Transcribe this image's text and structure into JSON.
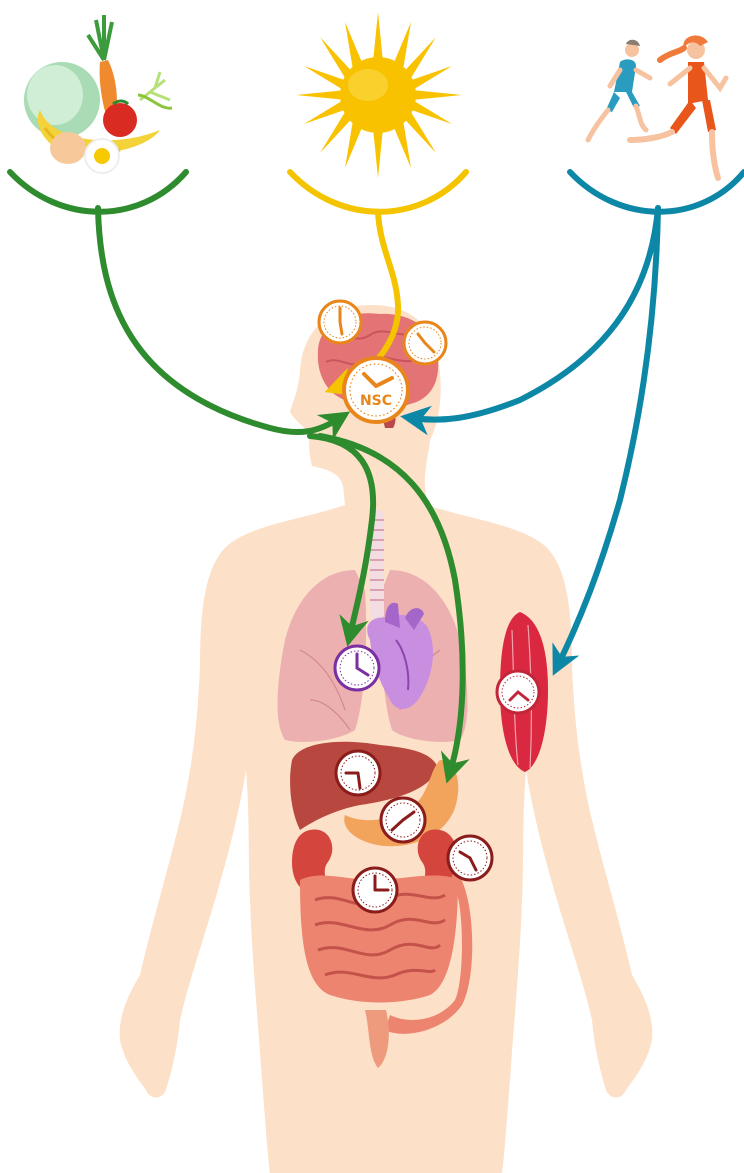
{
  "labels": {
    "nsc": "NSC"
  },
  "inputs": [
    {
      "id": "food",
      "icon": "food-icon",
      "color": "#2e8b2e"
    },
    {
      "id": "light",
      "icon": "sun-icon",
      "color": "#f5c400"
    },
    {
      "id": "exercise",
      "icon": "runners-icon",
      "color": "#0d87a6"
    }
  ],
  "organs": [
    {
      "id": "brain",
      "icon": "brain-icon",
      "clock_color": "#e8861c"
    },
    {
      "id": "heart",
      "icon": "heart-icon",
      "clock_color": "#7b2fa0"
    },
    {
      "id": "lungs",
      "icon": "lungs-icon",
      "clock_color": null
    },
    {
      "id": "muscle",
      "icon": "muscle-icon",
      "clock_color": "#c2263b"
    },
    {
      "id": "liver",
      "icon": "liver-icon",
      "clock_color": "#8a1c1c"
    },
    {
      "id": "stomach",
      "icon": "stomach-icon",
      "clock_color": "#8a1c1c"
    },
    {
      "id": "kidneys",
      "icon": "kidney-icon",
      "clock_color": "#8a1c1c"
    },
    {
      "id": "intestines",
      "icon": "intestine-icon",
      "clock_color": "#8a1c1c"
    }
  ],
  "colors": {
    "skin": "#fde0c8",
    "green": "#2e8b2e",
    "yellow": "#f5c400",
    "teal": "#0d87a6",
    "orange": "#e8861c"
  }
}
